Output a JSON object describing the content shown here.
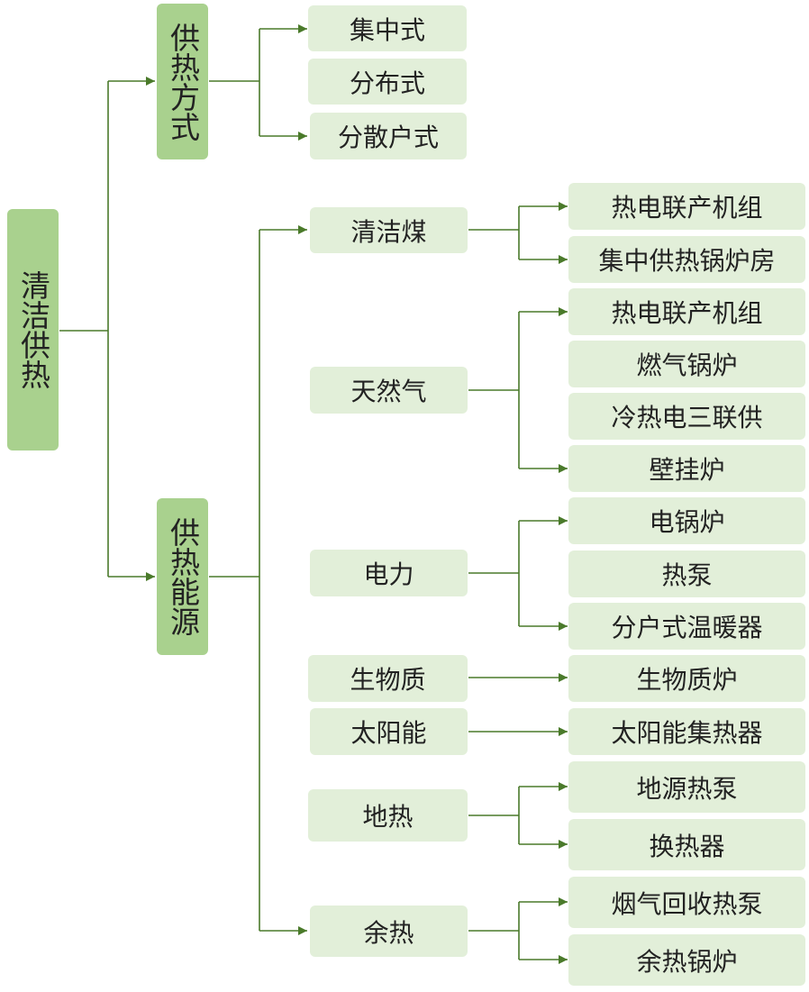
{
  "root": {
    "label": "清洁供热"
  },
  "categories": [
    {
      "label": "供热方式"
    },
    {
      "label": "供热能源"
    }
  ],
  "heating_methods": [
    {
      "label": "集中式"
    },
    {
      "label": "分布式"
    },
    {
      "label": "分散户式"
    }
  ],
  "energy_sources": [
    {
      "label": "清洁煤",
      "items": [
        {
          "label": "热电联产机组"
        },
        {
          "label": "集中供热锅炉房"
        }
      ]
    },
    {
      "label": "天然气",
      "items": [
        {
          "label": "热电联产机组"
        },
        {
          "label": "燃气锅炉"
        },
        {
          "label": "冷热电三联供"
        },
        {
          "label": "壁挂炉"
        }
      ]
    },
    {
      "label": "电力",
      "items": [
        {
          "label": "电锅炉"
        },
        {
          "label": "热泵"
        },
        {
          "label": "分户式温暖器"
        }
      ]
    },
    {
      "label": "生物质",
      "items": [
        {
          "label": "生物质炉"
        }
      ]
    },
    {
      "label": "太阳能",
      "items": [
        {
          "label": "太阳能集热器"
        }
      ]
    },
    {
      "label": "地热",
      "items": [
        {
          "label": "地源热泵"
        },
        {
          "label": "换热器"
        }
      ]
    },
    {
      "label": "余热",
      "items": [
        {
          "label": "烟气回收热泵"
        },
        {
          "label": "余热锅炉"
        }
      ]
    }
  ],
  "colors": {
    "dark_box": "#a9d18e",
    "light_box": "#e2efd9",
    "line": "#4a7a2a"
  }
}
